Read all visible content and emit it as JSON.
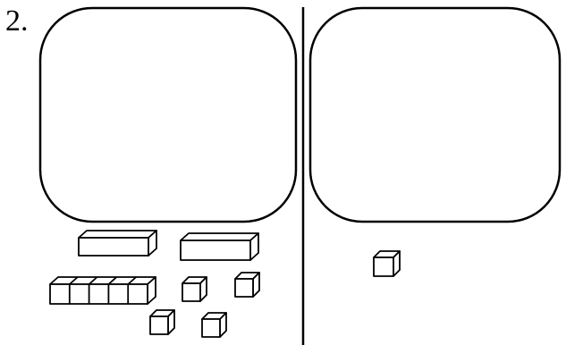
{
  "problem": {
    "number": "2."
  },
  "colors": {
    "ink": "#000000",
    "paper": "#ffffff"
  },
  "panels": [
    {
      "id": "left",
      "blank": true
    },
    {
      "id": "right",
      "blank": true
    }
  ],
  "manipulatives": {
    "left": {
      "rods": 2,
      "unit_strip": {
        "count": 1,
        "cubes_per_strip": 5
      },
      "single_cubes": 4
    },
    "right": {
      "single_cubes": 1
    }
  }
}
